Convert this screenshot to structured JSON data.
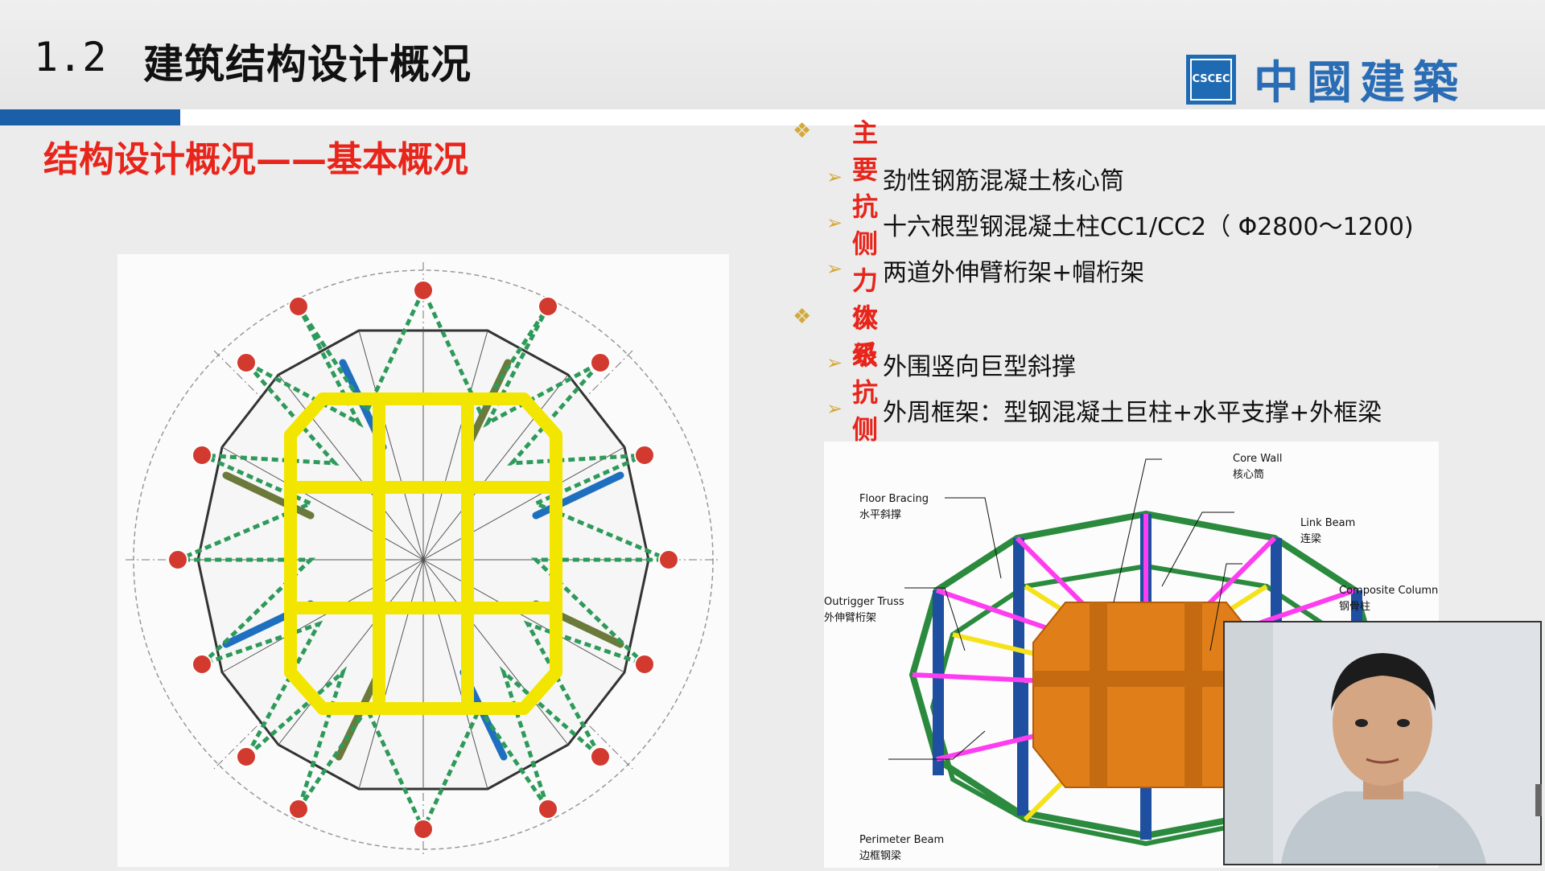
{
  "header": {
    "slide_number": "1.2",
    "title": "建筑结构设计概况",
    "logo_text": "中國建築",
    "logo_mark": "CSCEC"
  },
  "section_heading": "结构设计概况——基本概况",
  "bullets": [
    {
      "label": "主要抗侧力体系",
      "items": [
        "劲性钢筋混凝土核心筒",
        "十六根型钢混凝土柱CC1/CC2（ Φ2800～1200)",
        "两道外伸臂桁架+帽桁架"
      ]
    },
    {
      "label": "次级抗侧力体系",
      "items": [
        "外围竖向巨型斜撑",
        "外周框架：型钢混凝土巨柱+水平支撑+外框梁"
      ]
    }
  ],
  "diagram_labels": {
    "core_wall": "Core Wall",
    "core_wall_cn": "核心筒",
    "floor_bracing": "Floor Bracing",
    "floor_bracing_cn": "水平斜撑",
    "link_beam": "Link Beam",
    "link_beam_cn": "连梁",
    "composite_column": "Composite Column",
    "composite_column_cn": "钢骨柱",
    "outrigger_truss": "Outrigger Truss",
    "outrigger_truss_cn": "外伸臂桁架",
    "perimeter_beam": "Perimeter Beam",
    "perimeter_beam_cn": "边框钢梁"
  },
  "colors": {
    "accent_red": "#e8251b",
    "brand_blue": "#1f6bb3",
    "bullet_gold": "#d4a93a"
  }
}
